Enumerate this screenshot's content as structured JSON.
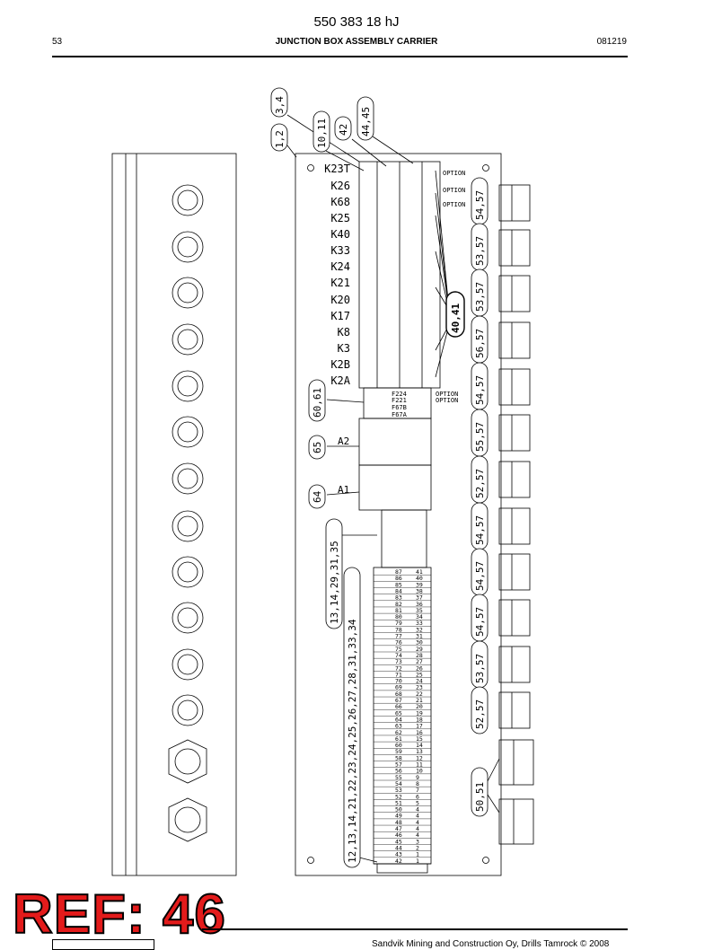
{
  "header": {
    "doc_number": "550 383 18 hJ",
    "page": "53",
    "title": "JUNCTION BOX ASSEMBLY CARRIER",
    "date": "081219"
  },
  "callouts": {
    "c12": "1,2",
    "c34": "3,4",
    "c1011": "10,11",
    "c42": "42",
    "c4445": "44,45",
    "c4041": "40,41",
    "c6061": "60,61",
    "c65": "65",
    "c64": "64",
    "c13_35": "13,14,29,31,35",
    "c12_34": "12,13,14,21,22,23,24,25,26,27,28,31,33,34",
    "c5051": "50,51",
    "right_glands": [
      "54,57",
      "53,57",
      "53,57",
      "56,57",
      "54,57",
      "55,57",
      "52,57",
      "54,57",
      "54,57",
      "54,57",
      "53,57",
      "52,57"
    ]
  },
  "relays": [
    "K23T",
    "K26",
    "K68",
    "K25",
    "K40",
    "K33",
    "K24",
    "K21",
    "K20",
    "K17",
    "K8",
    "K3",
    "K2B",
    "K2A"
  ],
  "option_labels": [
    "OPTION",
    "OPTION",
    "OPTION"
  ],
  "fuses": [
    "F224",
    "F221",
    "F67B",
    "F67A"
  ],
  "fuse_options": [
    "OPTION",
    "OPTION"
  ],
  "modules": [
    "A2",
    "A1"
  ],
  "terminals_left": [
    "87",
    "86",
    "85",
    "84",
    "83",
    "82",
    "81",
    "80",
    "79",
    "78",
    "77",
    "76",
    "75",
    "74",
    "73",
    "72",
    "71",
    "70",
    "69",
    "68",
    "67",
    "66",
    "65",
    "64",
    "63",
    "62",
    "61",
    "60",
    "59",
    "58",
    "57",
    "56",
    "55",
    "54",
    "53",
    "52",
    "51",
    "50",
    "49",
    "48",
    "47",
    "46",
    "45",
    "44",
    "43",
    "42"
  ],
  "terminals_right": [
    "41",
    "40",
    "39",
    "38",
    "37",
    "36",
    "35",
    "34",
    "33",
    "32",
    "31",
    "30",
    "29",
    "28",
    "27",
    "26",
    "25",
    "24",
    "23",
    "22",
    "21",
    "20",
    "19",
    "18",
    "17",
    "16",
    "15",
    "14",
    "13",
    "12",
    "11",
    "10",
    "9",
    "8",
    "7",
    "6",
    "5",
    "4",
    "4",
    "4",
    "4",
    "4",
    "3",
    "2",
    "1",
    "1"
  ],
  "ref": "REF: 46",
  "footer": "Sandvik Mining and Construction Oy, Drills Tamrock © 2008"
}
